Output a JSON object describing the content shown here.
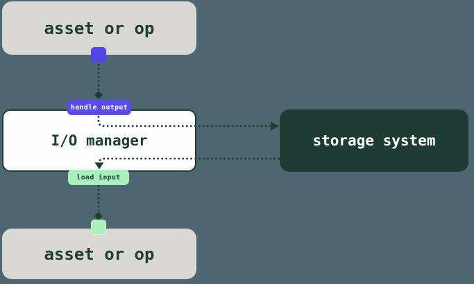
{
  "diagram": {
    "title": "io-manager-architecture",
    "nodes": {
      "asset_top": {
        "label": "asset or op"
      },
      "io_manager": {
        "label": "I/O manager"
      },
      "storage_system": {
        "label": "storage system"
      },
      "asset_bottom": {
        "label": "asset or op"
      }
    },
    "edges": {
      "handle_output": {
        "label": "handle output",
        "from": "asset_top",
        "to": "storage system"
      },
      "load_input": {
        "label": "load input",
        "from": "storage system",
        "to": "asset_bottom"
      }
    },
    "colors": {
      "background": "#4D6670",
      "asset_box": "#D9D8D5",
      "io_box_fill": "#FDFDFD",
      "dark_green": "#1E3C34",
      "line_green": "#1E3D33",
      "indigo_connector": "#4F46E5",
      "indigo_badge": "#5B4BE9",
      "light_green": "#A9F0BC",
      "label_text_dark": "#1E3D33",
      "label_text_light": "#FFFFFF"
    }
  }
}
